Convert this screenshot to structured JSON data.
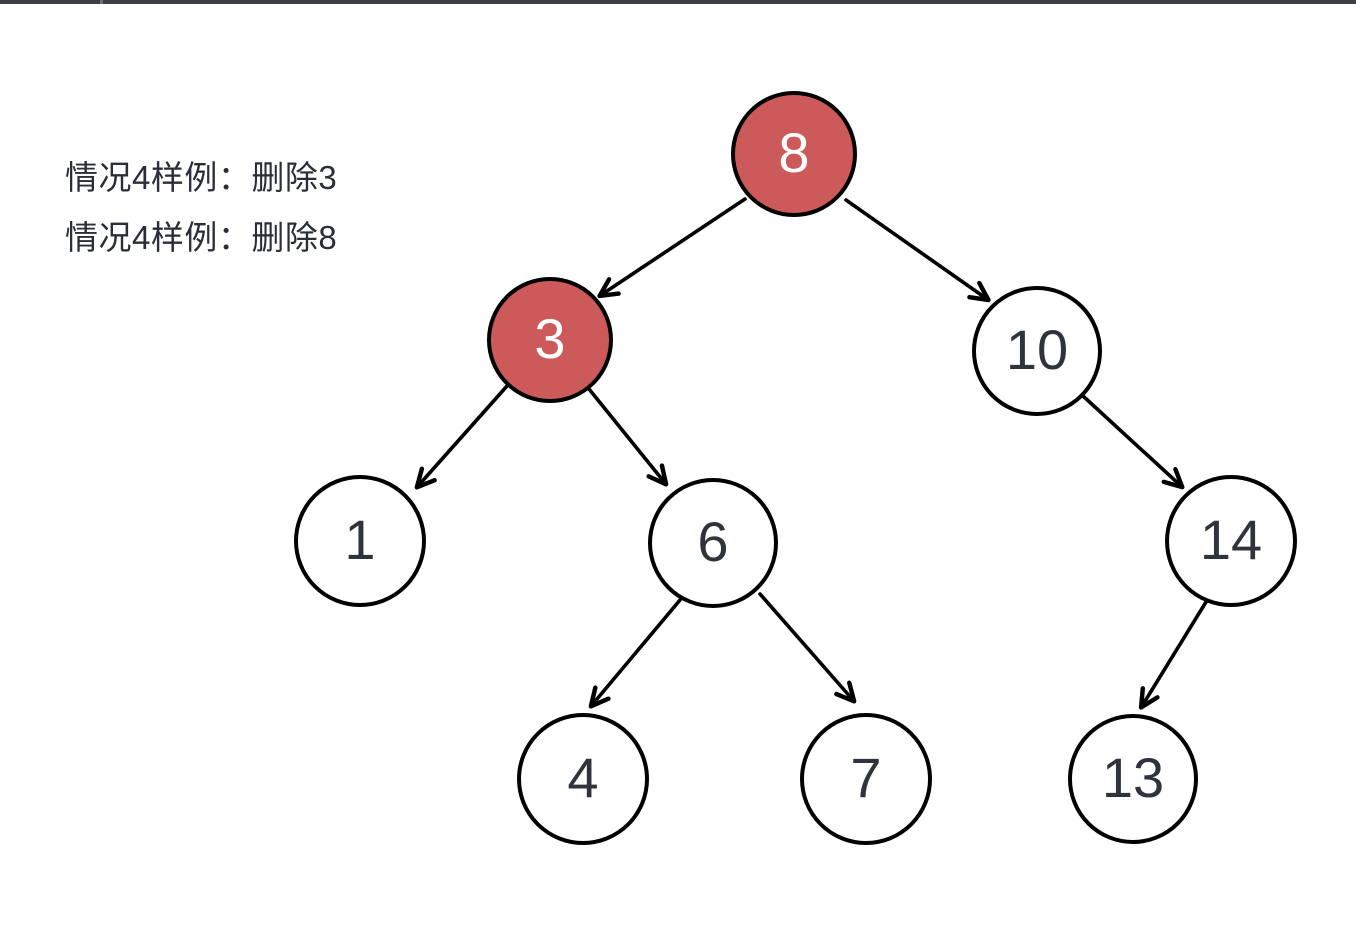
{
  "annotations": {
    "line1": "情况4样例：删除3",
    "line2": "情况4样例：删除8"
  },
  "nodes": [
    {
      "value": "8",
      "highlighted": true
    },
    {
      "value": "3",
      "highlighted": true
    },
    {
      "value": "10",
      "highlighted": false
    },
    {
      "value": "1",
      "highlighted": false
    },
    {
      "value": "6",
      "highlighted": false
    },
    {
      "value": "14",
      "highlighted": false
    },
    {
      "value": "4",
      "highlighted": false
    },
    {
      "value": "7",
      "highlighted": false
    },
    {
      "value": "13",
      "highlighted": false
    }
  ],
  "tree": {
    "root": "8",
    "edges": [
      {
        "from": "8",
        "to": "3"
      },
      {
        "from": "8",
        "to": "10"
      },
      {
        "from": "3",
        "to": "1"
      },
      {
        "from": "3",
        "to": "6"
      },
      {
        "from": "10",
        "to": "14"
      },
      {
        "from": "14",
        "to": "13"
      },
      {
        "from": "6",
        "to": "4"
      },
      {
        "from": "6",
        "to": "7"
      }
    ]
  },
  "colors": {
    "highlight_fill": "#cd5a5a",
    "node_fill": "#ffffff",
    "stroke": "#000000",
    "text_dark": "#2a2e37",
    "text_light": "#ffffff"
  }
}
